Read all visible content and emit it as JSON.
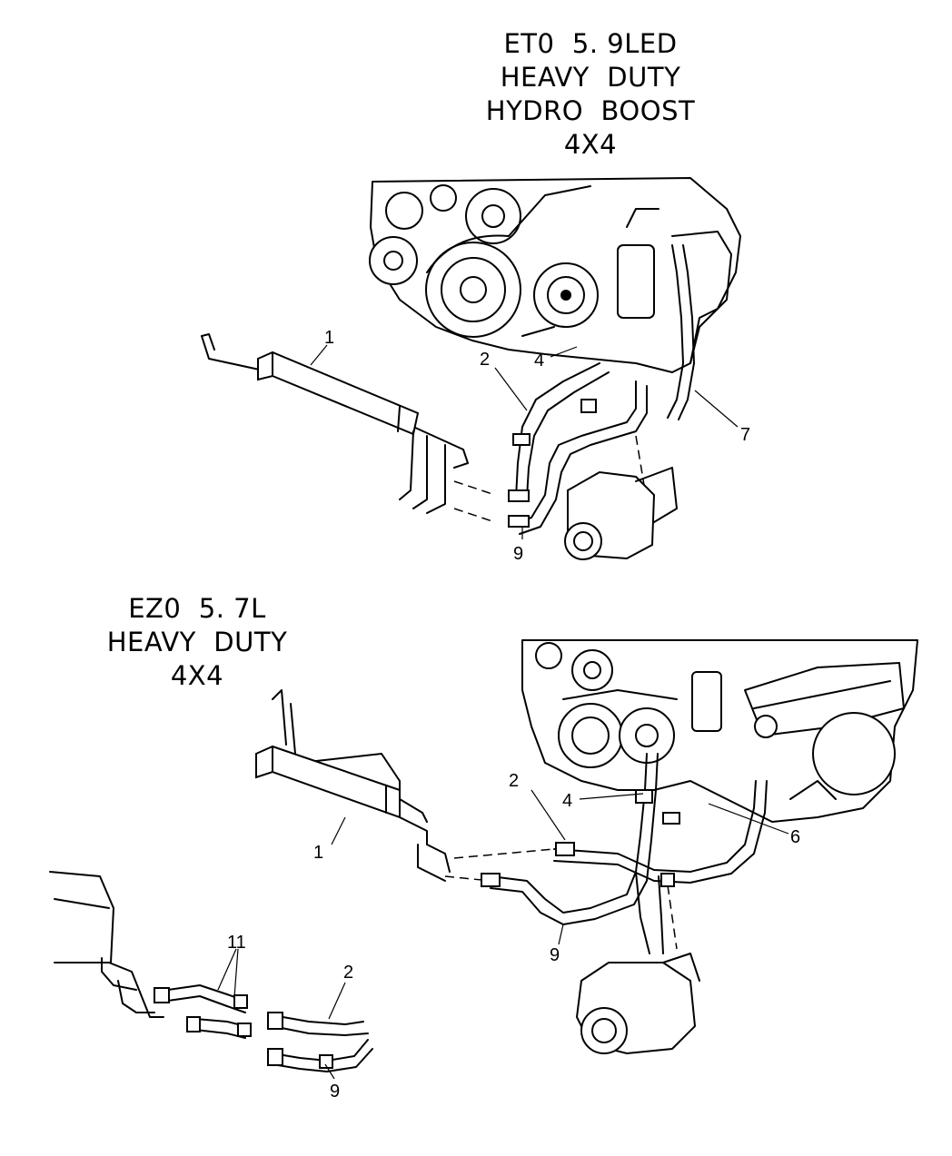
{
  "top_section": {
    "title_lines": [
      "ET0  5. 9LED",
      "HEAVY  DUTY",
      "HYDRO  BOOST",
      "4X4"
    ],
    "callouts": {
      "c1": "1",
      "c2": "2",
      "c4": "4",
      "c7": "7",
      "c9": "9"
    }
  },
  "bottom_section": {
    "title_lines": [
      "EZ0  5. 7L",
      "HEAVY  DUTY",
      "4X4"
    ],
    "callouts": {
      "c1": "1",
      "c2": "2",
      "c4": "4",
      "c6": "6",
      "c9": "9",
      "c11": "11",
      "c2b": "2",
      "c9b": "9"
    }
  }
}
